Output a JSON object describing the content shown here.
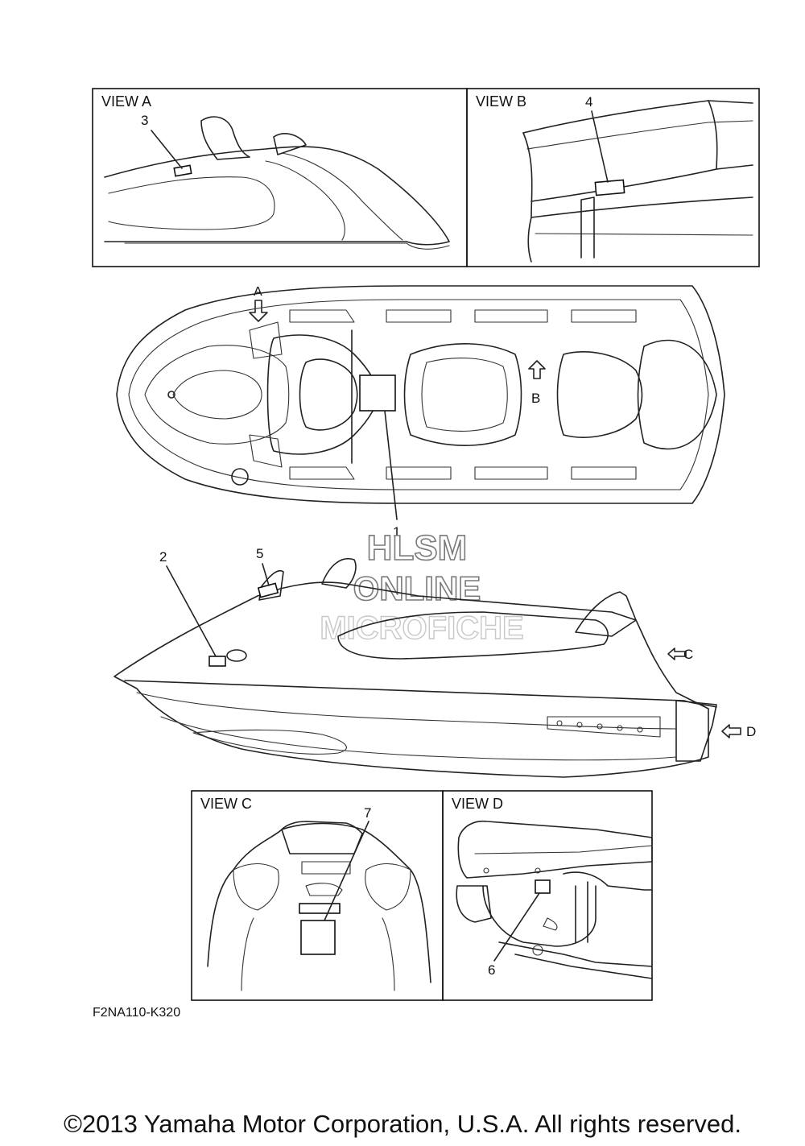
{
  "views": {
    "a": "VIEW A",
    "b": "VIEW B",
    "c": "VIEW C",
    "d": "VIEW D"
  },
  "arrows": {
    "a": "A",
    "b": "B",
    "c": "C",
    "d": "D"
  },
  "callouts": [
    "1",
    "2",
    "3",
    "4",
    "5",
    "6",
    "7"
  ],
  "watermark": {
    "line1": "HLSM",
    "line2": "ONLINE",
    "line3": "MICROFICHE"
  },
  "part_code": "F2NA110-K320",
  "copyright": "©2013 Yamaha Motor Corporation, U.S.A. All rights reserved."
}
